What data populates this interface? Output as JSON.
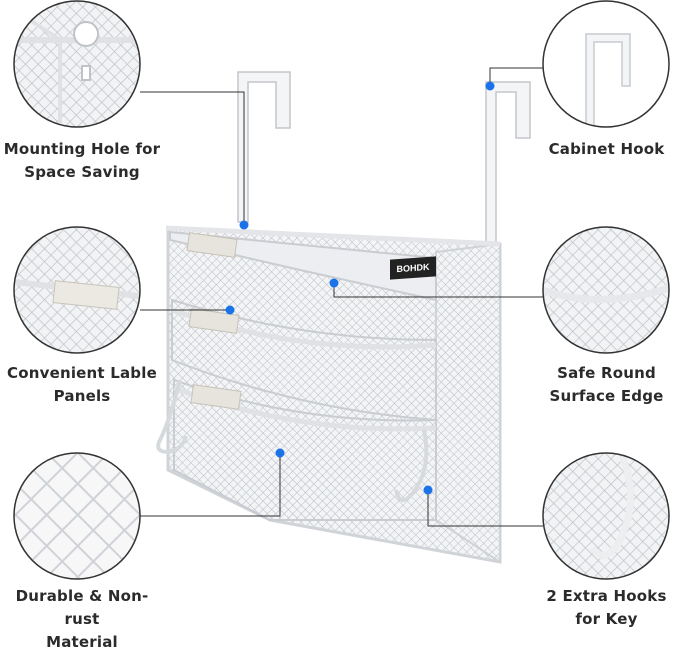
{
  "product": {
    "brand_tag": "BOHDK"
  },
  "features": {
    "mounting_hole": {
      "line1": "Mounting Hole for",
      "line2": "Space Saving"
    },
    "cabinet_hook": {
      "line1": "Cabinet Hook"
    },
    "lable_panels": {
      "line1": "Convenient Lable",
      "line2": "Panels"
    },
    "round_edge": {
      "line1": "Safe Round",
      "line2": "Surface Edge"
    },
    "material": {
      "line1": "Durable & Non-rust",
      "line2": "Material"
    },
    "extra_hooks": {
      "line1": "2 Extra Hooks",
      "line2": "for Key"
    }
  },
  "colors": {
    "callout_dot": "#1a73e8",
    "leader_line": "#333333",
    "mesh": "#c9ccd0",
    "frame": "#e9ebee"
  }
}
